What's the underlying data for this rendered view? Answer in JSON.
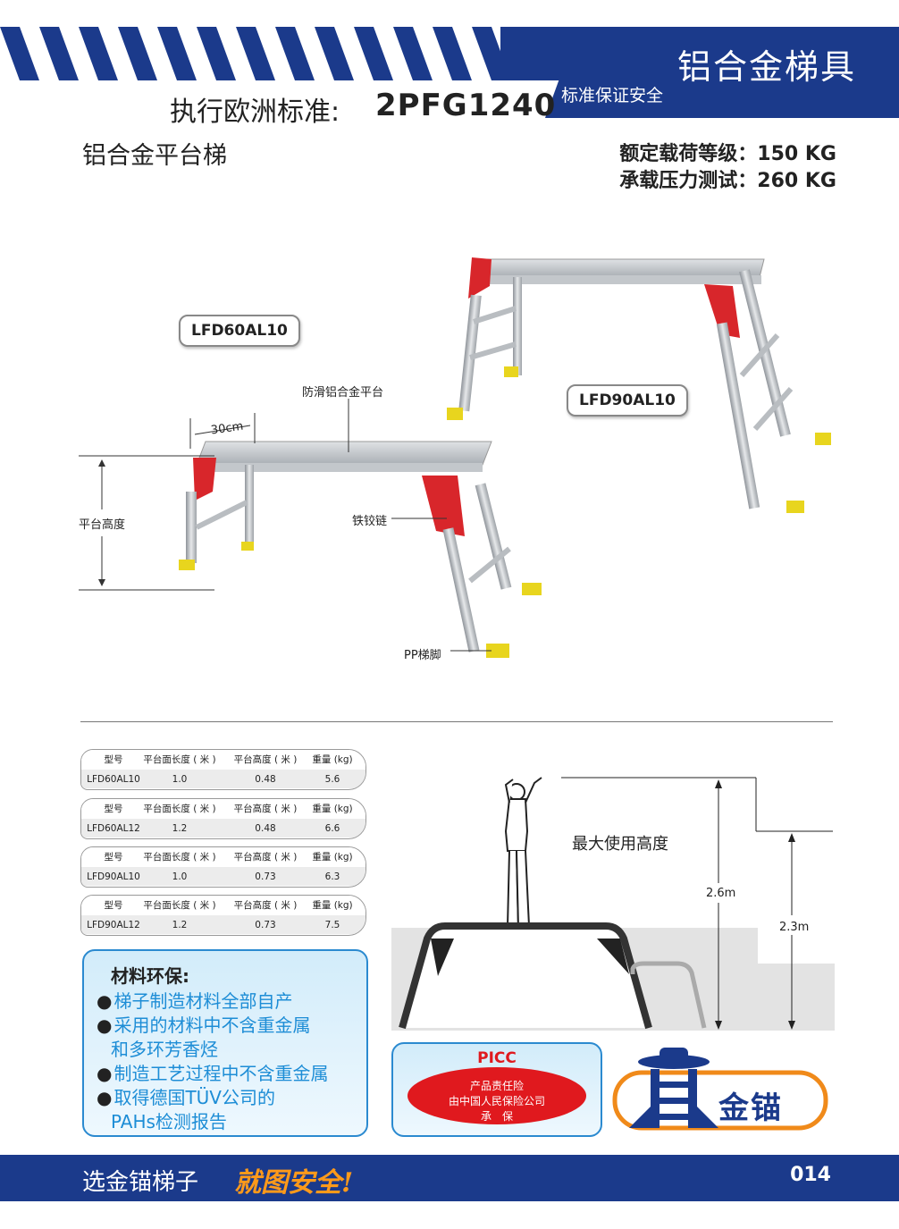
{
  "header": {
    "category_title": "铝合金梯具",
    "category_subtitle": "标准保证安全",
    "standard_label": "执行欧洲标准:",
    "standard_code": "2PFG1240",
    "product_name": "铝合金平台梯",
    "rated_load": "额定载荷等级：150 KG",
    "test_load": "承载压力测试：260 KG"
  },
  "diagram": {
    "model_small": "LFD60AL10",
    "model_large": "LFD90AL10",
    "width_dim": "30cm",
    "platform_label": "防滑铝合金平台",
    "height_label": "平台高度",
    "hinge_label": "铁铰链",
    "foot_label": "PP梯脚"
  },
  "specs": {
    "headers": [
      "型号",
      "平台面长度 ( 米 )",
      "平台高度 ( 米 )",
      "重量 (kg)"
    ],
    "rows": [
      {
        "model": "LFD60AL10",
        "length": "1.0",
        "height": "0.48",
        "weight": "5.6"
      },
      {
        "model": "LFD60AL12",
        "length": "1.2",
        "height": "0.48",
        "weight": "6.6"
      },
      {
        "model": "LFD90AL10",
        "length": "1.0",
        "height": "0.73",
        "weight": "6.3"
      },
      {
        "model": "LFD90AL12",
        "length": "1.2",
        "height": "0.73",
        "weight": "7.5"
      }
    ]
  },
  "usage": {
    "max_height_label": "最大使用高度",
    "height_a": "2.6m",
    "height_b": "2.3m"
  },
  "environment": {
    "title": "材料环保:",
    "items": [
      "梯子制造材料全部自产",
      "采用的材料中不含重金属",
      "和多环芳香烃",
      "制造工艺过程中不含重金属",
      "取得德国TÜV公司的",
      "PAHs检测报告"
    ],
    "bullet": "●"
  },
  "picc": {
    "title": "PICC",
    "line1": "产品责任险",
    "line2": "由中国人民保险公司",
    "line3": "承　保"
  },
  "logo": {
    "text": "金锚"
  },
  "footer": {
    "left": "选金锚梯子",
    "slogan": "就图安全!",
    "page": "014"
  },
  "colors": {
    "brand_blue": "#1b3a8b",
    "accent_blue": "#1d8dd6",
    "red": "#e0191e",
    "orange": "#ff9a1a"
  }
}
